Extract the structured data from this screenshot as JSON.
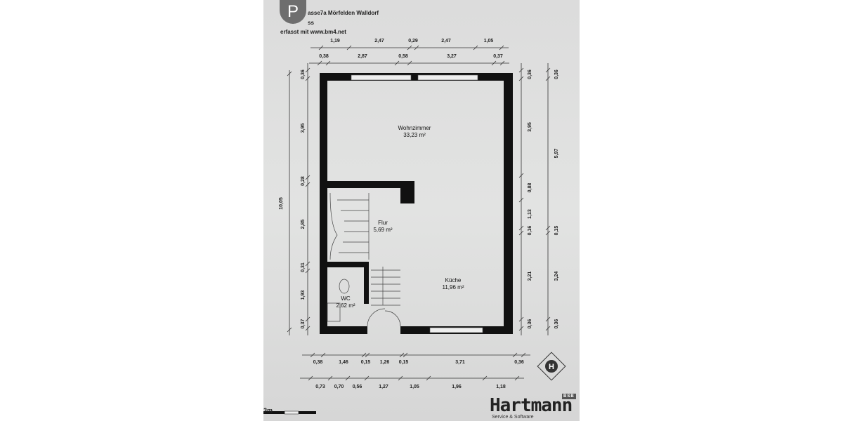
{
  "header": {
    "address": "asse7a Mörfelden Walldorf",
    "line2": "ss",
    "credit": "erfasst mit www.bm4.net",
    "badge": "P"
  },
  "rooms": [
    {
      "name": "Wohnzimmer",
      "area": "33,23 m²"
    },
    {
      "name": "Flur",
      "area": "5,69 m²"
    },
    {
      "name": "Küche",
      "area": "11,96 m²"
    },
    {
      "name": "WC",
      "area": "2,62 m²"
    }
  ],
  "dimensions": {
    "top_outer": [
      "1,19",
      "2,47",
      "0,29",
      "2,47",
      "1,05"
    ],
    "top_inner": [
      "0,38",
      "2,87",
      "0,58",
      "3,27",
      "0,37"
    ],
    "left_total": "10,05",
    "left_inner": [
      "0,36",
      "3,95",
      "0,28",
      "2,85",
      "0,31",
      "1,93",
      "0,37"
    ],
    "right_inner": [
      "0,36",
      "3,95",
      "0,88",
      "1,13",
      "0,16",
      "3,21",
      "0,36"
    ],
    "right_outer": [
      "0,36",
      "5,97",
      "0,15",
      "3,24",
      "0,36"
    ],
    "bottom_inner": [
      "0,38",
      "1,46",
      "0,15",
      "1,26",
      "0,15",
      "3,71",
      "0,36"
    ],
    "bottom_outer": [
      "0,73",
      "0,70",
      "0,56",
      "1,27",
      "1,05",
      "1,96",
      "1,18"
    ]
  },
  "brand": {
    "name": "Hartmann",
    "tag": "Service & Software",
    "corner": "BSB"
  },
  "scale_label": "3m"
}
